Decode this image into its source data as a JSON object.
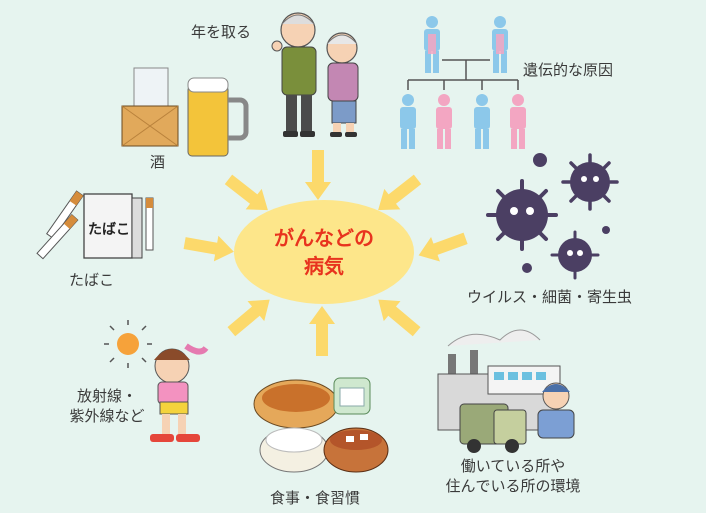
{
  "colors": {
    "background": "#e6f4ef",
    "center_fill": "#fde68a",
    "center_text": "#e8331e",
    "arrow": "#fcd96b",
    "label_text": "#3a3a3a"
  },
  "center": {
    "line1": "がんなどの",
    "line2": "病気"
  },
  "causes": {
    "aging": {
      "label": "年を取る",
      "icon": "elderly-couple-icon"
    },
    "heredity": {
      "label": "遺伝的な原因",
      "icon": "family-tree-icon"
    },
    "alcohol": {
      "label": "酒",
      "icon": "beer-and-sake-icon"
    },
    "tobacco": {
      "label": "たばこ",
      "icon": "cigarettes-icon"
    },
    "pathogens": {
      "label": "ウイルス・細菌・寄生虫",
      "icon": "virus-icon"
    },
    "radiation": {
      "line1": "放射線・",
      "line2": "紫外線など",
      "icon": "sun-girl-icon"
    },
    "diet": {
      "label": "食事・食習慣",
      "icon": "meal-icon"
    },
    "environment": {
      "line1": "働いている所や",
      "line2": "住んでいる所の環境",
      "icon": "factory-icon"
    }
  }
}
